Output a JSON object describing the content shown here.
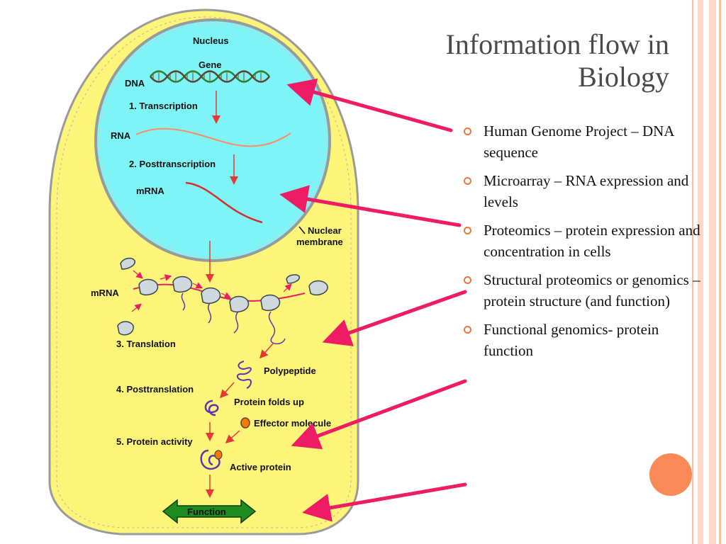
{
  "slide": {
    "title": "Information flow in Biology",
    "bullets": [
      "Human Genome Project – DNA sequence",
      "Microarray – RNA expression and levels",
      "Proteomics – protein expression and concentration in cells",
      "Structural proteomics or genomics – protein structure (and function)",
      "Functional genomics- protein function"
    ]
  },
  "diagram": {
    "labels": {
      "nucleus": "Nucleus",
      "gene": "Gene",
      "dna": "DNA",
      "transcription": "1. Transcription",
      "rna": "RNA",
      "posttranscription": "2. Posttranscription",
      "mrna_nucleus": "mRNA",
      "nuclear_membrane_line1": "Nuclear",
      "nuclear_membrane_line2": "membrane",
      "mrna_cytoplasm": "mRNA",
      "translation": "3. Translation",
      "polypeptide": "Polypeptide",
      "posttranslation": "4. Posttranslation",
      "protein_folds": "Protein folds up",
      "effector": "Effector molecule",
      "protein_activity": "5. Protein activity",
      "active_protein": "Active protein",
      "function": "Function"
    }
  },
  "colors": {
    "cell_fill": "#fdf57a",
    "nucleus_fill": "#7ff4f7",
    "pointer_arrow": "#ee1c64",
    "flow_arrow": "#e53935",
    "function_arrow": "#1f8a1f",
    "accent": "#e8783b"
  }
}
